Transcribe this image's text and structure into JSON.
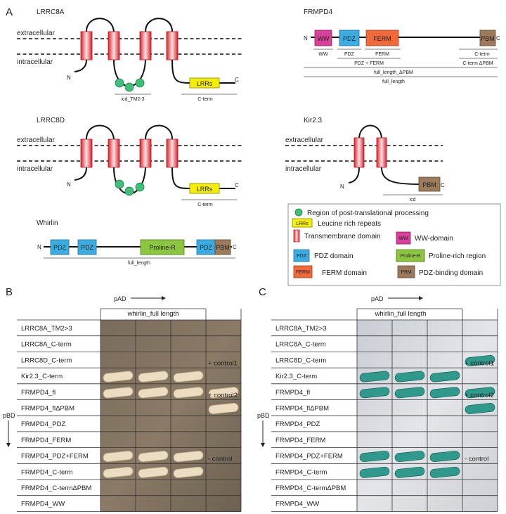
{
  "figure": {
    "panel_labels": {
      "a": "A",
      "b": "B",
      "c": "C"
    },
    "lrrc8a": {
      "title": "LRRC8A",
      "extracellular": "extracellular",
      "intracellular": "intracellular",
      "n": "N",
      "c": "C",
      "domain_lrrs": "LRRs",
      "constructs": [
        "icd_TM2-3",
        "C-term"
      ]
    },
    "lrrc8d": {
      "title": "LRRC8D",
      "extracellular": "extracellular",
      "intracellular": "intracellular",
      "n": "N",
      "c": "C",
      "domain_lrrs": "LRRs",
      "constructs": [
        "C-term"
      ]
    },
    "whirlin": {
      "title": "Whirlin",
      "n": "N",
      "c": "C",
      "domains": [
        "PDZ",
        "PDZ",
        "Proline-R",
        "PDZ",
        "PBM"
      ],
      "constructs": [
        "full_length"
      ]
    },
    "frmpd4": {
      "title": "FRMPD4",
      "n": "N",
      "c": "C",
      "domains": [
        "WW",
        "PDZ",
        "FERM",
        "PBM"
      ],
      "constructs": [
        "WW",
        "PDZ",
        "FERM",
        "C-term",
        "PDZ + FERM",
        "C-term ΔPBM",
        "full_length_ΔPBM",
        "full_length"
      ]
    },
    "kir23": {
      "title": "Kir2.3",
      "extracellular": "extracellular",
      "intracellular": "intracellular",
      "n": "N",
      "c": "C",
      "domain_pbm": "PBM",
      "constructs": [
        "icd"
      ]
    },
    "legend": {
      "items": [
        "Region of post-translational processing",
        "Leucine rich repeats",
        "Transmembrane domain",
        "WW-domain",
        "PDZ domain",
        "Proline-rich region",
        "FERM domain",
        "PDZ-binding domain"
      ],
      "icons": {
        "lrrs": "LRRs",
        "ww": "WW",
        "pdz": "PDZ",
        "proline": "Proline-R",
        "ferm": "FERM",
        "pbm": "PBM"
      }
    },
    "assay": {
      "pad_label": "pAD",
      "pbd_label": "pBD",
      "column_header": "whirlin_full length",
      "rows": [
        "LRRC8A_TM2>3",
        "LRRC8A_C-term",
        "LRRC8D_C-term",
        "Kir2.3_C-term",
        "FRMPD4_fl",
        "FRMPD4_flΔPBM",
        "FRMPD4_PDZ",
        "FRMPD4_FERM",
        "FRMPD4_PDZ+FERM",
        "FRMPD4_C-term",
        "FRMPD4_C-termΔPBM",
        "FRMPD4_WW"
      ],
      "controls": [
        "+ control1",
        "+ control2",
        "- control"
      ],
      "growth_b": [
        [
          3,
          1
        ],
        [
          3,
          2
        ],
        [
          3,
          3
        ],
        [
          4,
          1
        ],
        [
          4,
          2
        ],
        [
          4,
          3
        ],
        [
          4,
          4
        ],
        [
          5,
          4
        ],
        [
          8,
          1
        ],
        [
          8,
          2
        ],
        [
          8,
          3
        ],
        [
          9,
          1
        ],
        [
          9,
          2
        ],
        [
          9,
          3
        ]
      ],
      "growth_c": [
        [
          3,
          1
        ],
        [
          3,
          2
        ],
        [
          3,
          3
        ],
        [
          4,
          1
        ],
        [
          4,
          2
        ],
        [
          4,
          3
        ],
        [
          2,
          4
        ],
        [
          4,
          4
        ],
        [
          5,
          4
        ],
        [
          8,
          1
        ],
        [
          8,
          2
        ],
        [
          8,
          3
        ],
        [
          9,
          1
        ],
        [
          9,
          2
        ],
        [
          9,
          3
        ]
      ]
    }
  }
}
